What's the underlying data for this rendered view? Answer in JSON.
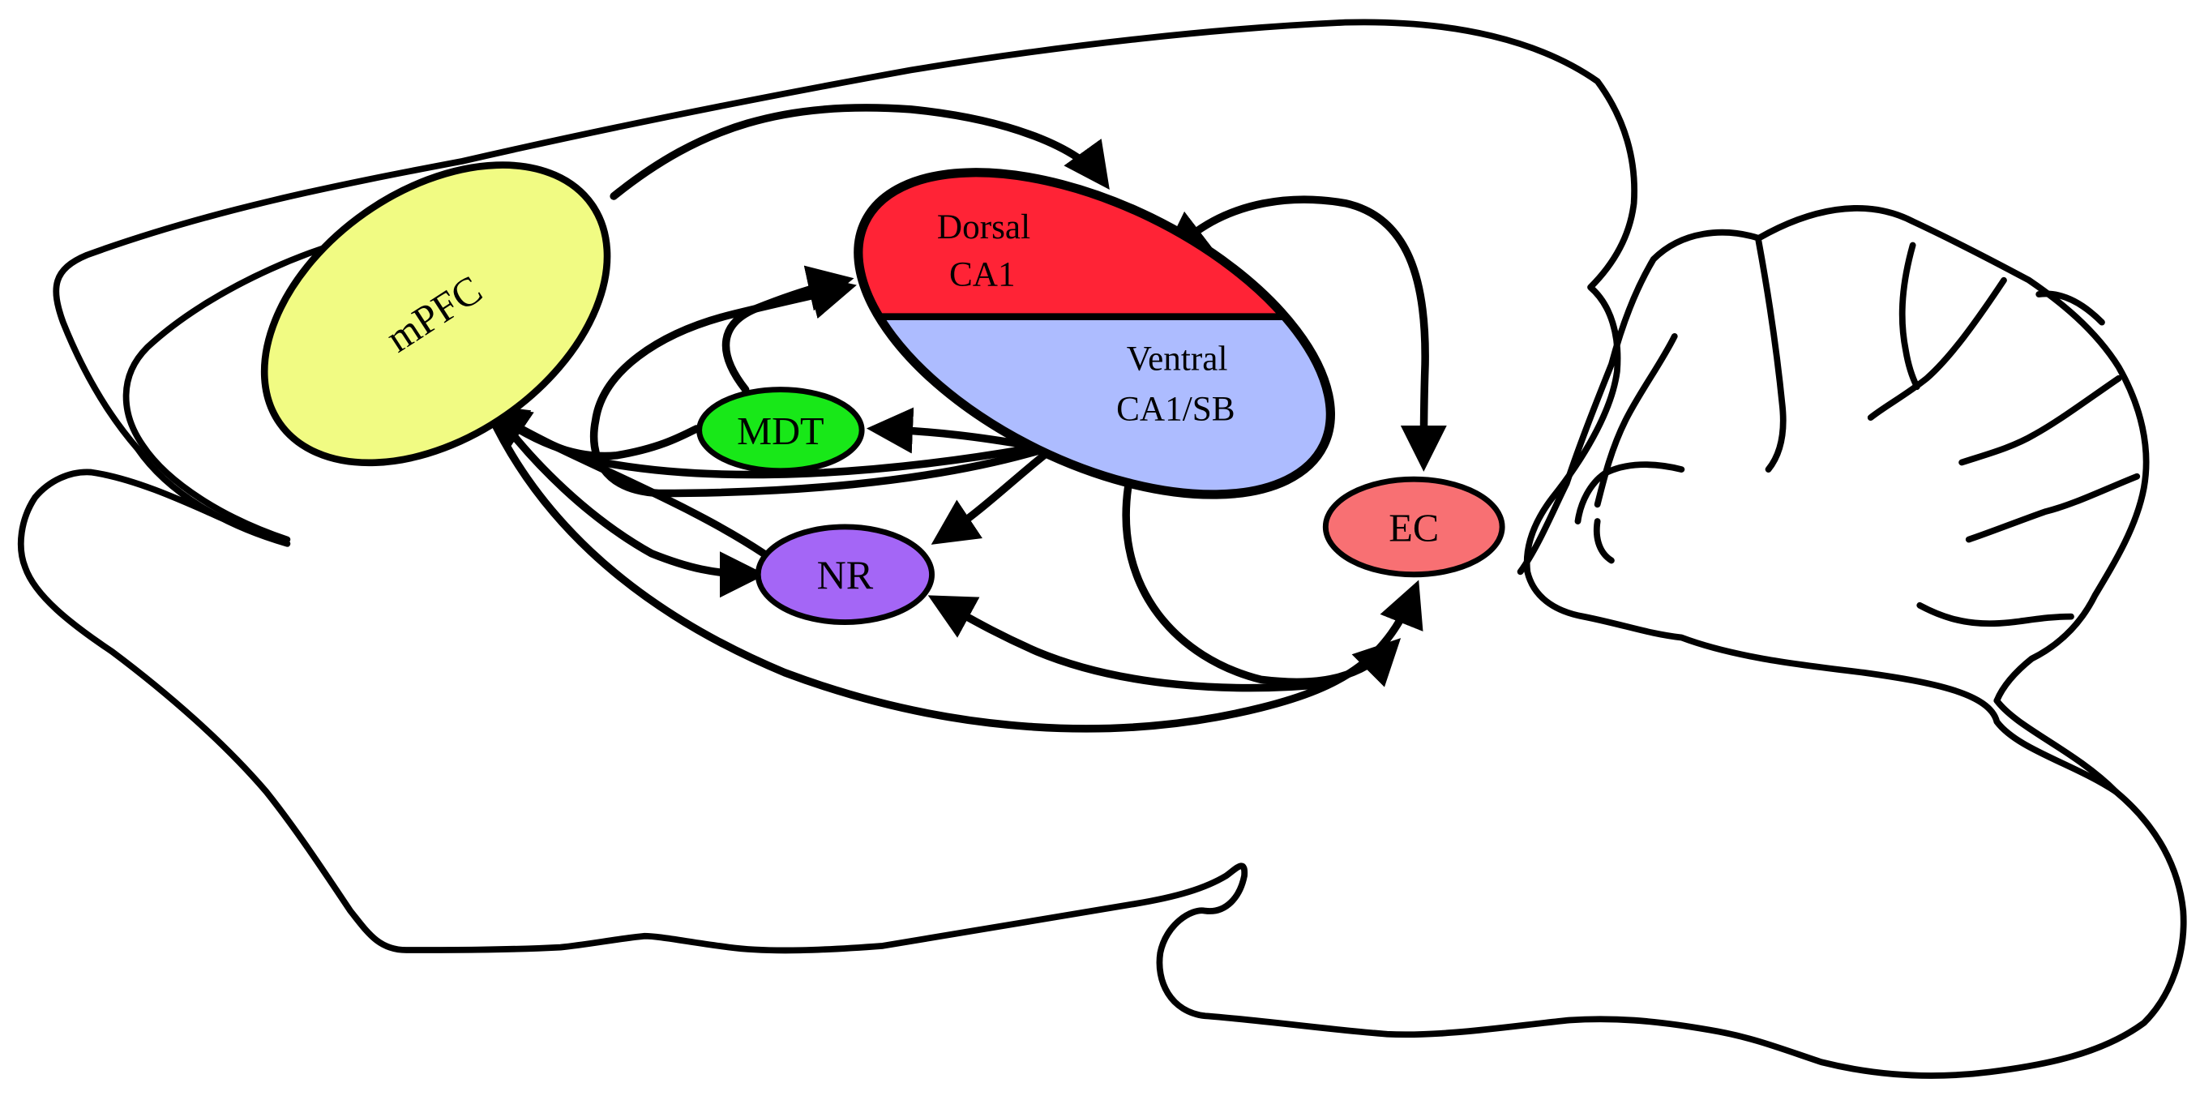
{
  "diagram": {
    "regions": {
      "mpfc": {
        "label": "mPFC",
        "color": "#f1fb83"
      },
      "dorsal_ca1": {
        "label_line1": "Dorsal",
        "label_line2": "CA1",
        "color": "#ff2336"
      },
      "ventral_ca1_sb": {
        "label_line1": "Ventral",
        "label_line2": "CA1/SB",
        "color": "#adbcff"
      },
      "mdt": {
        "label": "MDT",
        "color": "#18e818"
      },
      "nr": {
        "label": "NR",
        "color": "#a466f6"
      },
      "ec": {
        "label": "EC",
        "color": "#f87073"
      }
    },
    "edge_color": "#000000"
  }
}
